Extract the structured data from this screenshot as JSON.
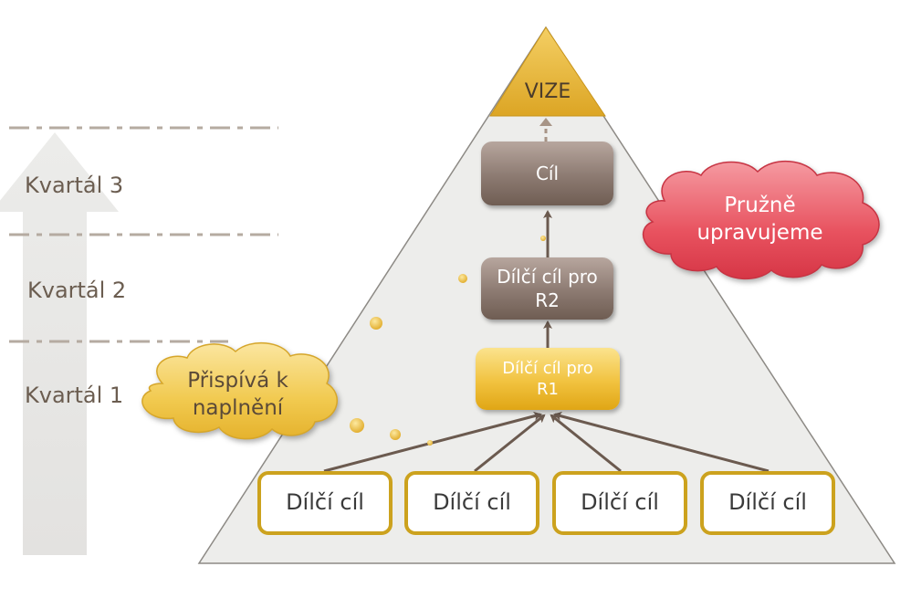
{
  "quarters": [
    "Kvartál 3",
    "Kvartál 2",
    "Kvartál 1"
  ],
  "pyramid": {
    "vision": "VIZE",
    "goal": "Cíl",
    "sub_goal_r2": [
      "Dílčí cíl pro",
      "R2"
    ],
    "sub_goal_r1": [
      "Dílčí cíl pro",
      "R1"
    ],
    "sub_goals": [
      "Dílčí cíl",
      "Dílčí cíl",
      "Dílčí cíl",
      "Dílčí cíl"
    ]
  },
  "clouds": {
    "contributes": [
      "Přispívá k",
      "naplnění"
    ],
    "flexible": [
      "Pružně",
      "upravujeme"
    ]
  },
  "colors": {
    "vision": "#e8b330",
    "goal_brown": "#8c7a71",
    "gold": "#f1c23f",
    "cloud_gold": "#f0cc5c",
    "cloud_red": "#e44a5a",
    "arrow": "#6b5a4f",
    "pyramid_fill": "#ededeb"
  }
}
